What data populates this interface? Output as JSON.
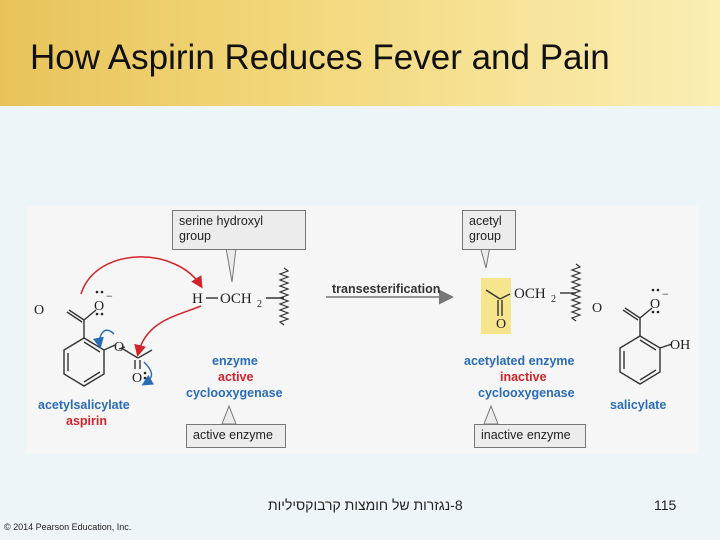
{
  "slide": {
    "title": "How Aspirin Reduces Fever and Pain",
    "footer_text": "8-נגזרות של חומצות קרבוקסיליות",
    "page_number": "115",
    "copyright": "© 2014 Pearson Education, Inc."
  },
  "figure": {
    "callouts": {
      "serine_line1": "serine hydroxyl",
      "serine_line2": "group",
      "acetyl_line1": "acetyl",
      "acetyl_line2": "group",
      "active_enzyme": "active enzyme",
      "inactive_enzyme": "inactive enzyme"
    },
    "labels": {
      "enzyme": "enzyme",
      "active": "active",
      "cyclooxygenase_1": "cyclooxygenase",
      "acetylated_enzyme": "acetylated enzyme",
      "inactive": "inactive",
      "cyclooxygenase_2": "cyclooxygenase",
      "acetylsalicylate": "acetylsalicylate",
      "aspirin": "aspirin",
      "salicylate": "salicylate",
      "transesterification": "transesterification"
    },
    "atoms": {
      "H": "H",
      "O": "O",
      "OCH2": "OCH",
      "sub2": "2",
      "O_minus": "O",
      "minus": "−",
      "OH": "OH"
    },
    "colors": {
      "blue": "#2a6cb5",
      "red": "#d2232a",
      "highlight": "#f6e58c"
    }
  }
}
